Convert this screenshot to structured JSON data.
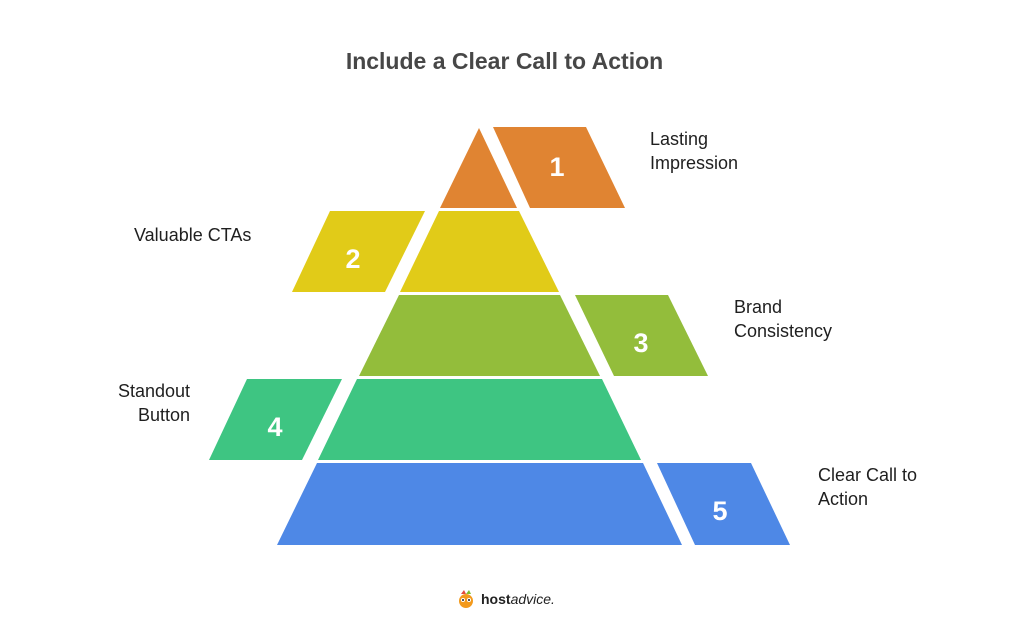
{
  "title": "Include a Clear Call to Action",
  "tiers": [
    {
      "number": "1",
      "line1": "Lasting",
      "line2": "Impression",
      "color": "#e08432"
    },
    {
      "number": "2",
      "line1": "Valuable CTAs",
      "line2": "",
      "color": "#e1cb18"
    },
    {
      "number": "3",
      "line1": "Brand",
      "line2": "Consistency",
      "color": "#93bd3b"
    },
    {
      "number": "4",
      "line1": "Standout",
      "line2": "Button",
      "color": "#3ec582"
    },
    {
      "number": "5",
      "line1": "Clear Call to",
      "line2": "Action",
      "color": "#4e88e6"
    }
  ],
  "brand": {
    "bold": "host",
    "rest": "advice."
  }
}
